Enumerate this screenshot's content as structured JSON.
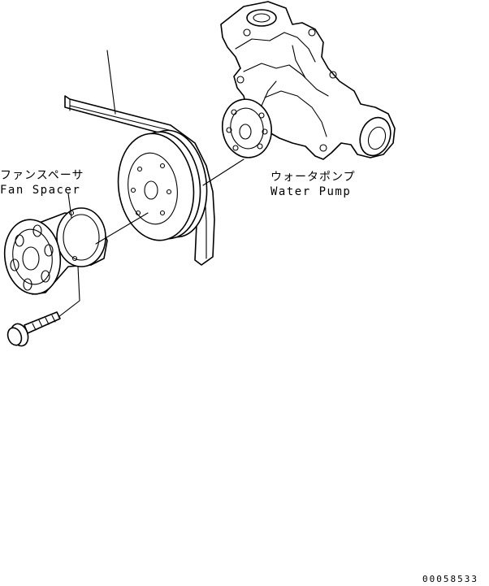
{
  "labels": {
    "fan_spacer_jp": "ファンスペーサ",
    "fan_spacer_en": "Fan Spacer",
    "water_pump_jp": "ウォータポンプ",
    "water_pump_en": "Water Pump",
    "drawing_number": "00058533"
  }
}
